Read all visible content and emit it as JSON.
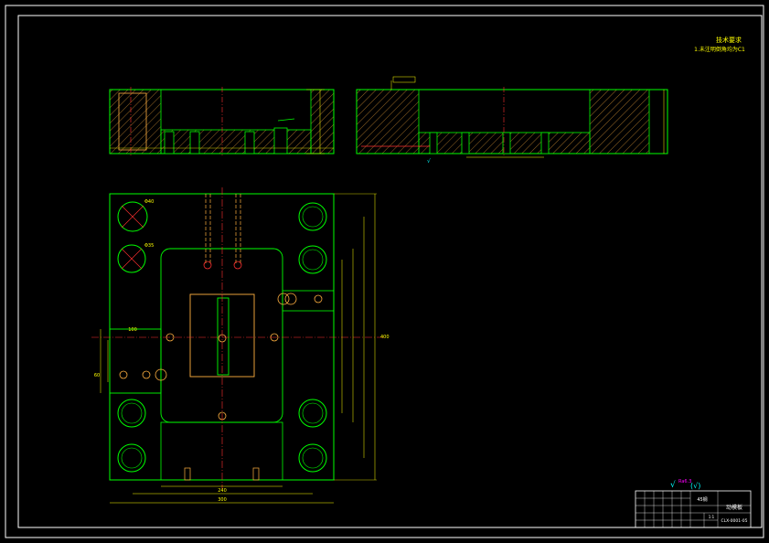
{
  "notes": {
    "title": "技术要求",
    "line1": "1.未注明倒角均为C1"
  },
  "roughness": {
    "symbol": "√",
    "value": "Ra6.3",
    "suffix": "(√)"
  },
  "title_block": {
    "part_name": "动模板",
    "material": "45钢",
    "drawing_no": "CLX-0001-05",
    "scale": "1:1"
  },
  "dimensions": {
    "width_total": "300",
    "height_total": "400",
    "hole_dia": "Φ40",
    "hole_dia2": "Φ35",
    "width_inner": "240",
    "dim_a": "100",
    "dim_b": "60"
  },
  "colors": {
    "background": "#000000",
    "border": "#ffffff",
    "outline": "#00ff00",
    "dimension": "#ffff00",
    "centerline": "#ff3030",
    "hatch": "#ffb040",
    "text_accent": "#ffff00",
    "symbol": "#00ffff"
  }
}
